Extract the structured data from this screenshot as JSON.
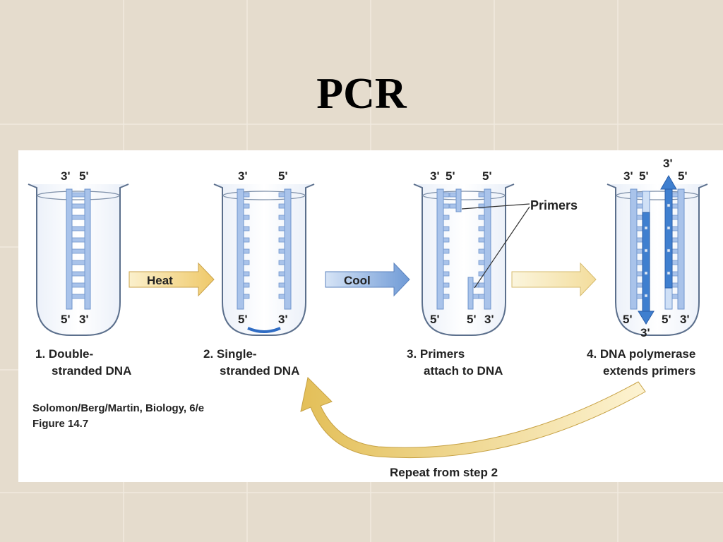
{
  "slide": {
    "title": "PCR"
  },
  "figure": {
    "steps": [
      {
        "line1": "1. Double-",
        "line2": "stranded DNA"
      },
      {
        "line1": "2. Single-",
        "line2": "stranded DNA"
      },
      {
        "line1": "3. Primers",
        "line2": "attach to DNA"
      },
      {
        "line1": "4. DNA polymerase",
        "line2": "extends primers"
      }
    ],
    "arrows": {
      "heat": "Heat",
      "cool": "Cool",
      "third": ""
    },
    "primers_label": "Primers",
    "repeat_label": "Repeat from step 2",
    "credit_line1": "Solomon/Berg/Martin, Biology, 6/e",
    "credit_line2": "Figure 14.7",
    "end_labels": {
      "three_prime": "3'",
      "five_prime": "5'"
    }
  },
  "colors": {
    "background": "#e5dccd",
    "strand_light": "#a9c3ea",
    "strand_dark": "#3f7fcf",
    "arrow_heat": "#f2d48a",
    "arrow_cool": "#7fa8dd",
    "arrow_repeat": "#e7c86a"
  }
}
